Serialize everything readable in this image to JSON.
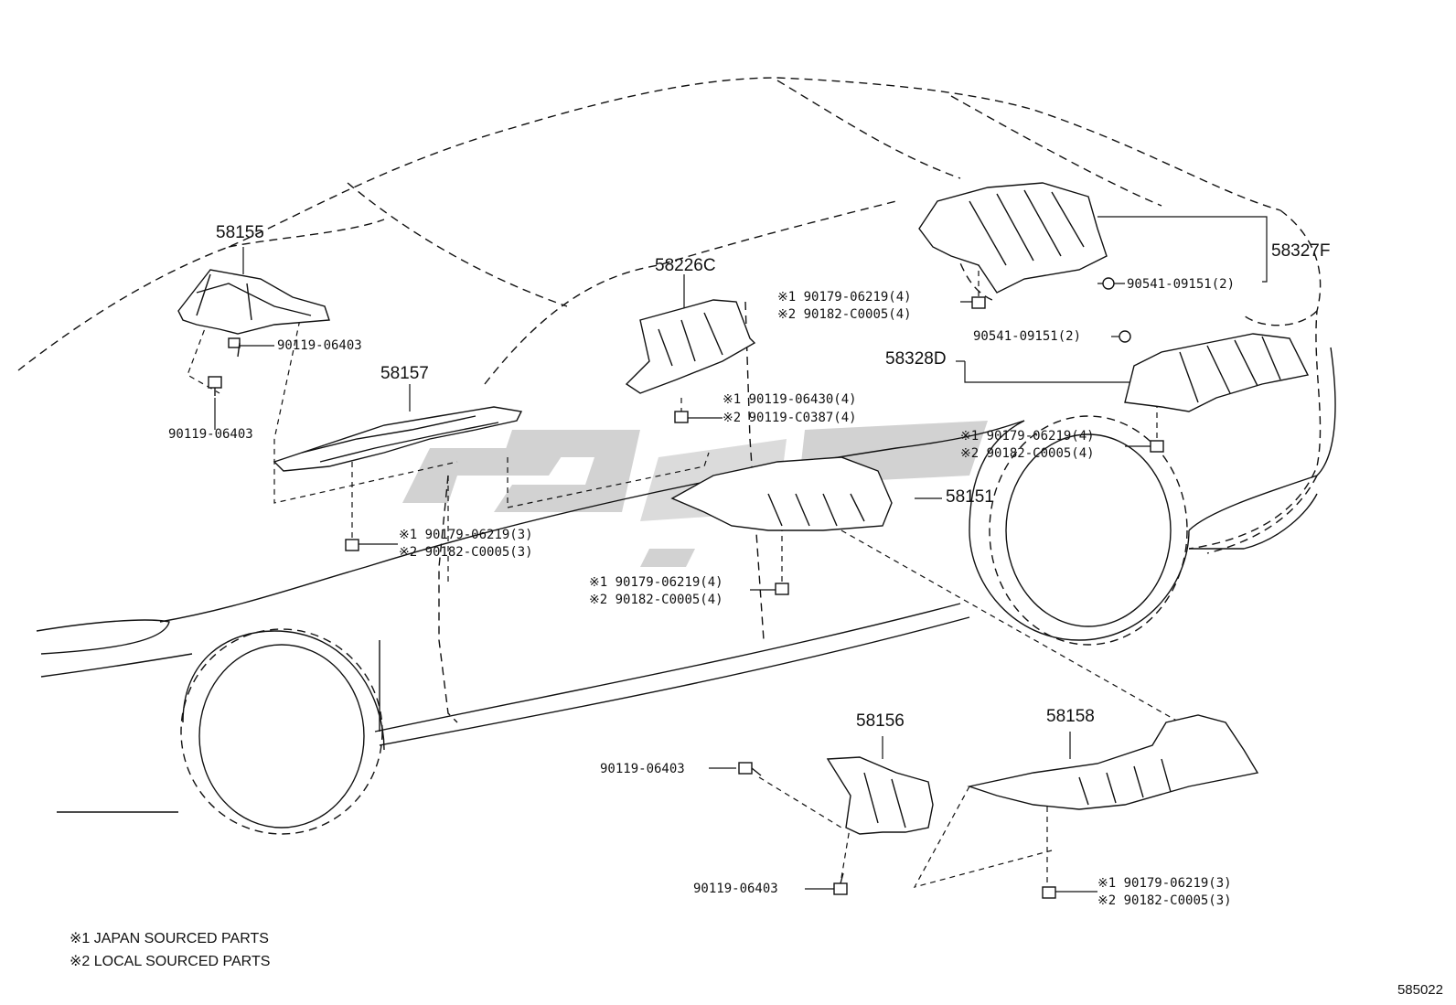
{
  "parts": {
    "p58155": "58155",
    "p58157": "58157",
    "p58226c": "58226C",
    "p58327f": "58327F",
    "p58328d": "58328D",
    "p58151": "58151",
    "p58156": "58156",
    "p58158": "58158"
  },
  "fasteners": {
    "f58155_upper": "90119-06403",
    "f58155_lower": "90119-06403",
    "f58157_1": "※1 90179-06219(3)",
    "f58157_2": "※2 90182-C0005(3)",
    "f58226c_1": "※1 90119-06430(4)",
    "f58226c_2": "※2 90119-C0387(4)",
    "f58151_1": "※1 90179-06219(4)",
    "f58151_2": "※2 90182-C0005(4)",
    "f58327f_clip": "90541-09151(2)",
    "f58327f_1": "※1 90179-06219(4)",
    "f58327f_2": "※2 90182-C0005(4)",
    "f58328d_clip": "90541-09151(2)",
    "f58328d_1": "※1 90179-06219(4)",
    "f58328d_2": "※2 90182-C0005(4)",
    "f58156_upper": "90119-06403",
    "f58156_lower": "90119-06403",
    "f58158_1": "※1 90179-06219(3)",
    "f58158_2": "※2 90182-C0005(3)"
  },
  "legend": {
    "note1": "※1  JAPAN SOURCED PARTS",
    "note2": "※2  LOCAL SOURCED PARTS"
  },
  "diagram_code": "585022",
  "colors": {
    "line": "#111111",
    "watermark": "#cfcfcf"
  }
}
